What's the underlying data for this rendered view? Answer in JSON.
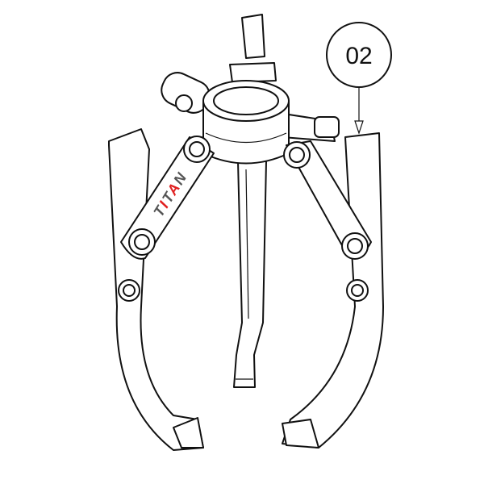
{
  "drawing": {
    "subject": "three-jaw gear puller",
    "callout": {
      "label": "02",
      "target": "jaw"
    },
    "logo": {
      "letters": [
        "T",
        "I",
        "T",
        "A",
        "N"
      ],
      "colors": [
        "#555555",
        "#e02020",
        "#555555",
        "#e02020",
        "#555555"
      ]
    }
  }
}
